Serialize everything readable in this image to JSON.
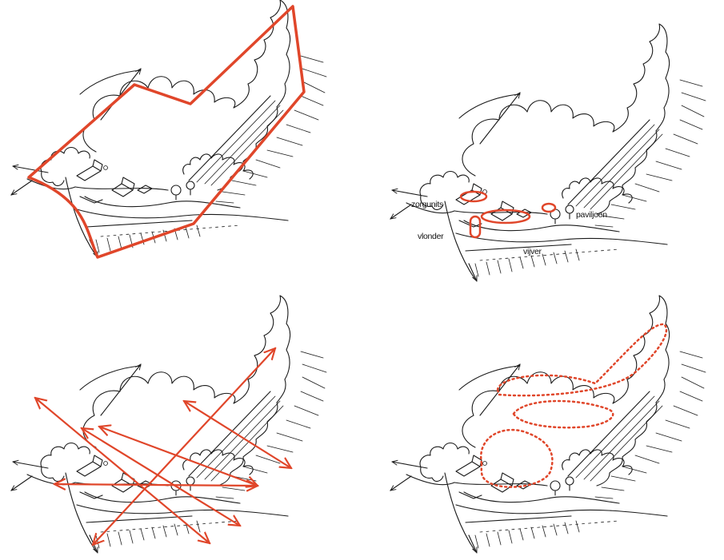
{
  "colors": {
    "ink": "#1a1a1a",
    "accent": "#e0462a",
    "background": "#ffffff"
  },
  "panels": [
    {
      "id": "site-boundary",
      "overlay": "boundary-outline"
    },
    {
      "id": "program",
      "overlay": "program-ellipses",
      "labels": {
        "zorgunits": "zorgunits",
        "paviljoen": "paviljoen",
        "vlonder": "vlonder",
        "vijver": "vijver"
      }
    },
    {
      "id": "sightlines",
      "overlay": "double-arrows"
    },
    {
      "id": "zones",
      "overlay": "dotted-zones"
    }
  ]
}
